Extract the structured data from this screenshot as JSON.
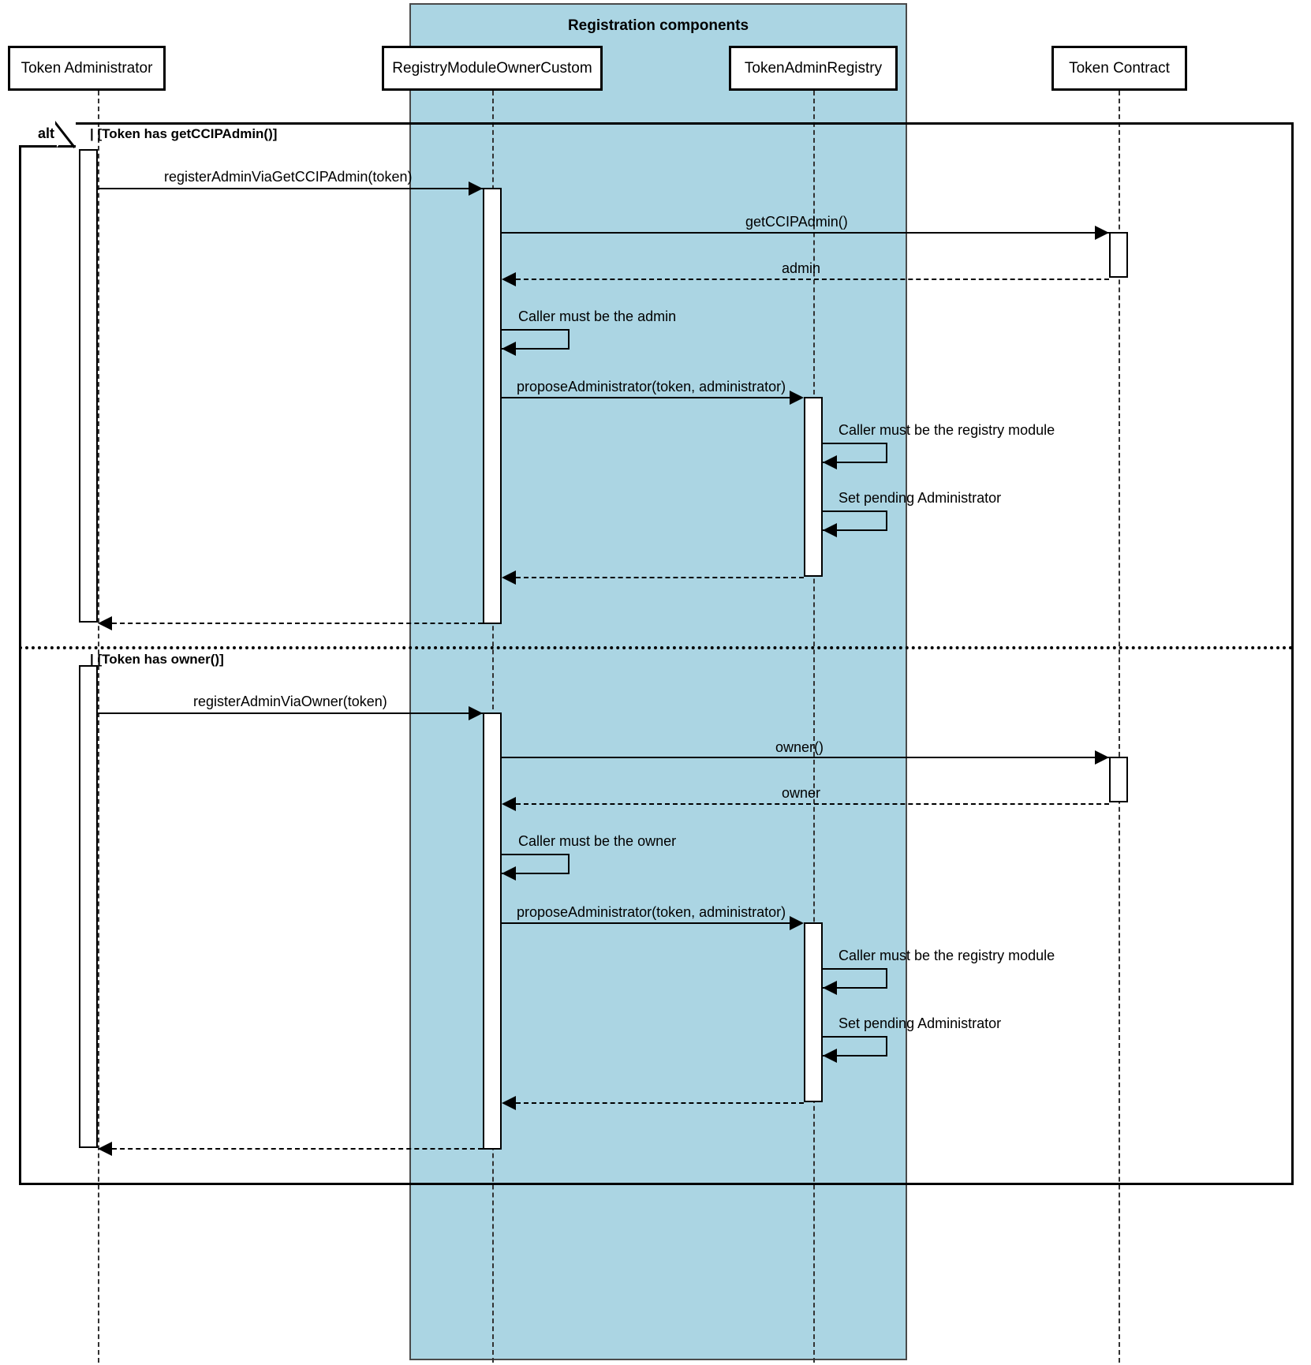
{
  "diagram": {
    "type": "uml-sequence-diagram",
    "group_box": {
      "title": "Registration components",
      "fill_color": "#abd5e3",
      "border_color": "#4a4a4a"
    }
  },
  "participants": [
    {
      "id": "admin",
      "label": "Token Administrator",
      "in_group": false
    },
    {
      "id": "registry_module",
      "label": "RegistryModuleOwnerCustom",
      "in_group": true
    },
    {
      "id": "token_admin_registry",
      "label": "TokenAdminRegistry",
      "in_group": true
    },
    {
      "id": "token_contract",
      "label": "Token Contract",
      "in_group": false
    }
  ],
  "fragment": {
    "operator": "alt",
    "operands": [
      {
        "guard": "[Token has getCCIPAdmin()]"
      },
      {
        "guard": "[Token has owner()]"
      }
    ]
  },
  "messages": [
    {
      "index": 1,
      "label": "registerAdminViaGetCCIPAdmin(token)",
      "from": "admin",
      "to": "registry_module",
      "kind": "call"
    },
    {
      "index": 2,
      "label": "getCCIPAdmin()",
      "from": "registry_module",
      "to": "token_contract",
      "kind": "call"
    },
    {
      "index": 3,
      "label": "admin",
      "from": "token_contract",
      "to": "registry_module",
      "kind": "return"
    },
    {
      "index": 4,
      "label": "Caller must be the admin",
      "from": "registry_module",
      "to": "registry_module",
      "kind": "self"
    },
    {
      "index": 5,
      "label": "proposeAdministrator(token, administrator)",
      "from": "registry_module",
      "to": "token_admin_registry",
      "kind": "call"
    },
    {
      "index": 6,
      "label": "Caller must be the registry module",
      "from": "token_admin_registry",
      "to": "token_admin_registry",
      "kind": "self"
    },
    {
      "index": 7,
      "label": "Set pending Administrator",
      "from": "token_admin_registry",
      "to": "token_admin_registry",
      "kind": "self"
    },
    {
      "index": 8,
      "label": "",
      "from": "token_admin_registry",
      "to": "registry_module",
      "kind": "return"
    },
    {
      "index": 9,
      "label": "",
      "from": "registry_module",
      "to": "admin",
      "kind": "return"
    },
    {
      "index": 10,
      "label": "registerAdminViaOwner(token)",
      "from": "admin",
      "to": "registry_module",
      "kind": "call"
    },
    {
      "index": 11,
      "label": "owner()",
      "from": "registry_module",
      "to": "token_contract",
      "kind": "call"
    },
    {
      "index": 12,
      "label": "owner",
      "from": "token_contract",
      "to": "registry_module",
      "kind": "return"
    },
    {
      "index": 13,
      "label": "Caller must be the owner",
      "from": "registry_module",
      "to": "registry_module",
      "kind": "self"
    },
    {
      "index": 14,
      "label": "proposeAdministrator(token, administrator)",
      "from": "registry_module",
      "to": "token_admin_registry",
      "kind": "call"
    },
    {
      "index": 15,
      "label": "Caller must be the registry module",
      "from": "token_admin_registry",
      "to": "token_admin_registry",
      "kind": "self"
    },
    {
      "index": 16,
      "label": "Set pending Administrator",
      "from": "token_admin_registry",
      "to": "token_admin_registry",
      "kind": "self"
    },
    {
      "index": 17,
      "label": "",
      "from": "token_admin_registry",
      "to": "registry_module",
      "kind": "return"
    },
    {
      "index": 18,
      "label": "",
      "from": "registry_module",
      "to": "admin",
      "kind": "return"
    }
  ]
}
